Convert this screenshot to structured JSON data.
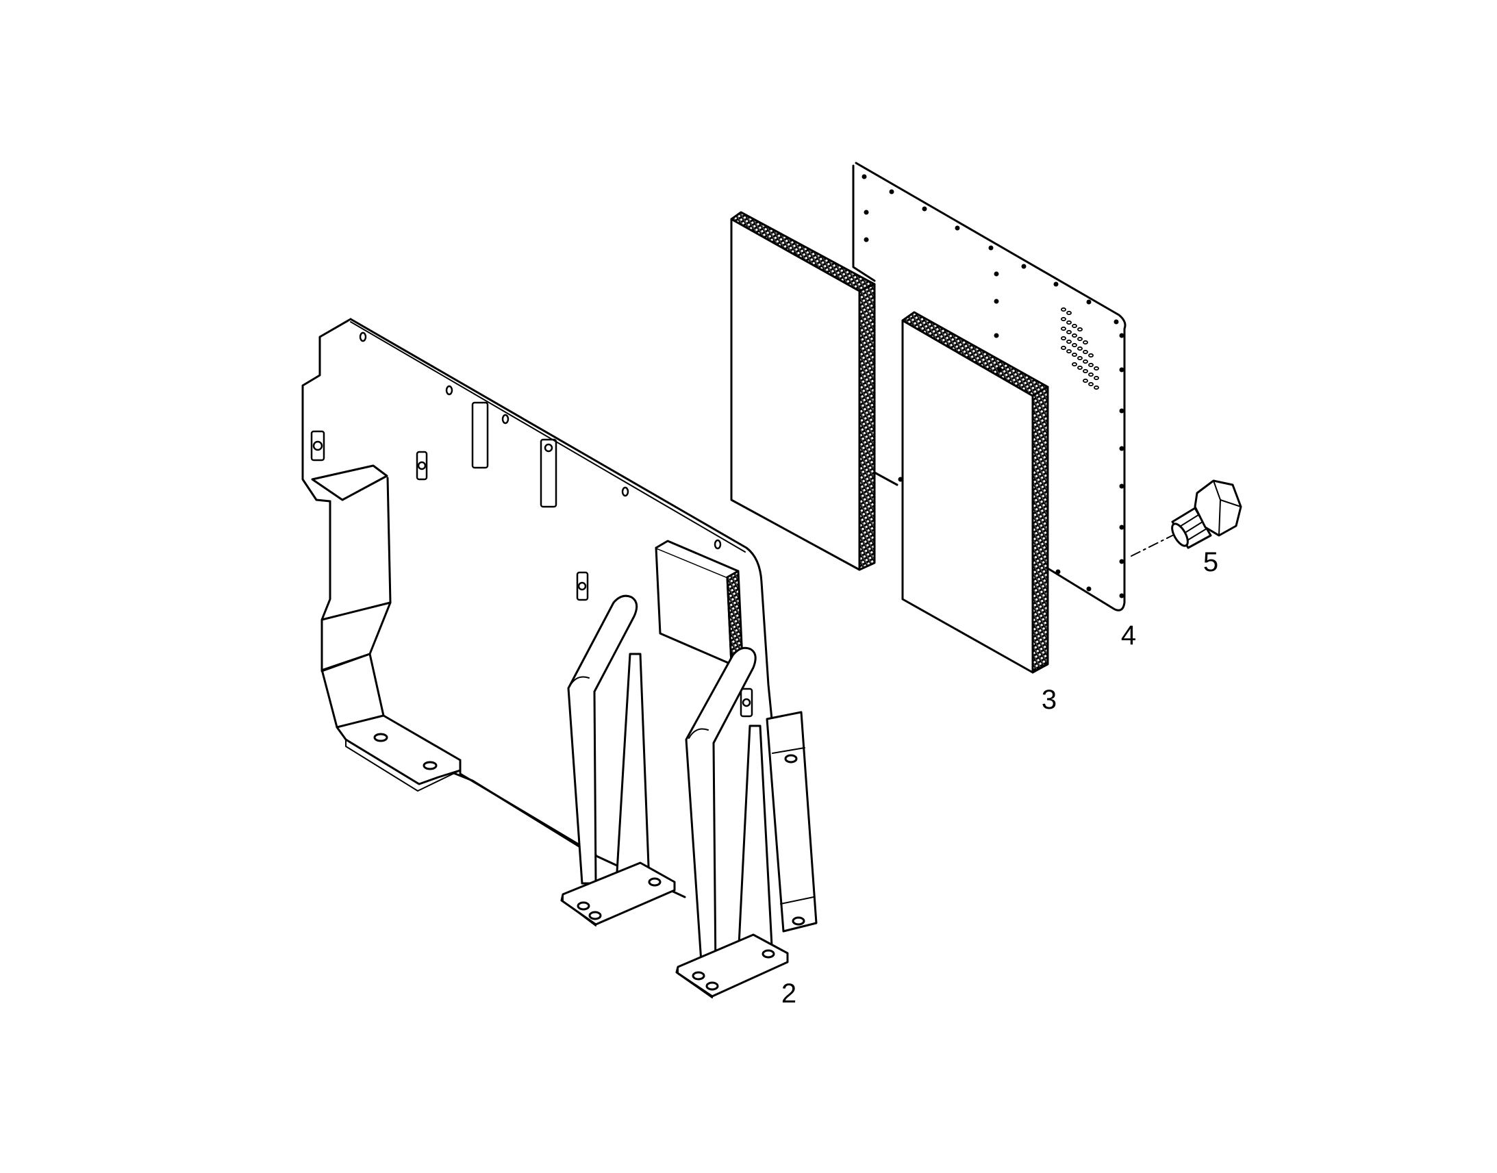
{
  "diagram": {
    "stroke_color": "#000000",
    "fill_color": "#ffffff",
    "foam_fill": "#e6e6e6",
    "parts": {
      "base_frame": "2",
      "foam_pad": "3",
      "cover_panel": "4",
      "bolt": "5"
    }
  }
}
